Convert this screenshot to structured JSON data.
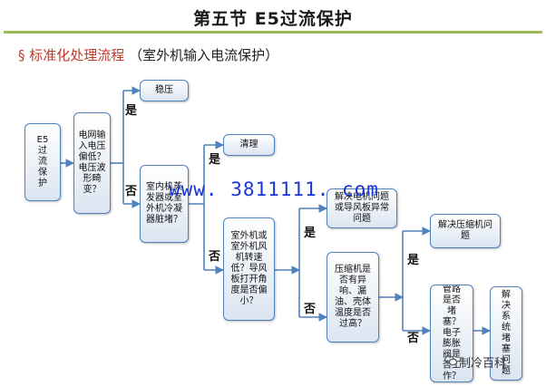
{
  "header": {
    "title": "第五节   E5过流保护",
    "subtitle_marker": "§",
    "subtitle_main": "标准化处理流程",
    "subtitle_paren": "（室外机输入电流保护）"
  },
  "nodes": {
    "start": "E5过流保护",
    "q_voltage": "电网输入电压偏低？电压波形畸变？",
    "a_stabilize": "稳压",
    "q_coil": "室内机蒸发器或室外机冷凝器脏堵？",
    "a_clean": "清理",
    "q_fan": "室外机或室外机风机转速低？导风板打开角度是否偏小？",
    "a_fan": "解决电机问题或导风板异常问题",
    "q_compressor": "压缩机是否有异响、漏油、壳体温度是否过高？",
    "a_compressor": "解决压缩机问题",
    "q_pipe": "管路是否堵塞？电子膨胀阀是否工作？",
    "a_pipe": "解决系统堵塞问题"
  },
  "edge_labels": {
    "yes": "是",
    "no": "否"
  },
  "watermark": {
    "text": "www. 3811111. com"
  },
  "brand": {
    "name": "制冷百科",
    "icon": "wechat-icon"
  },
  "colors": {
    "title_rule": "#9bbb59",
    "box_border": "#4f81bd",
    "subtitle": "#c0392b",
    "watermark": "#1a35d6"
  }
}
